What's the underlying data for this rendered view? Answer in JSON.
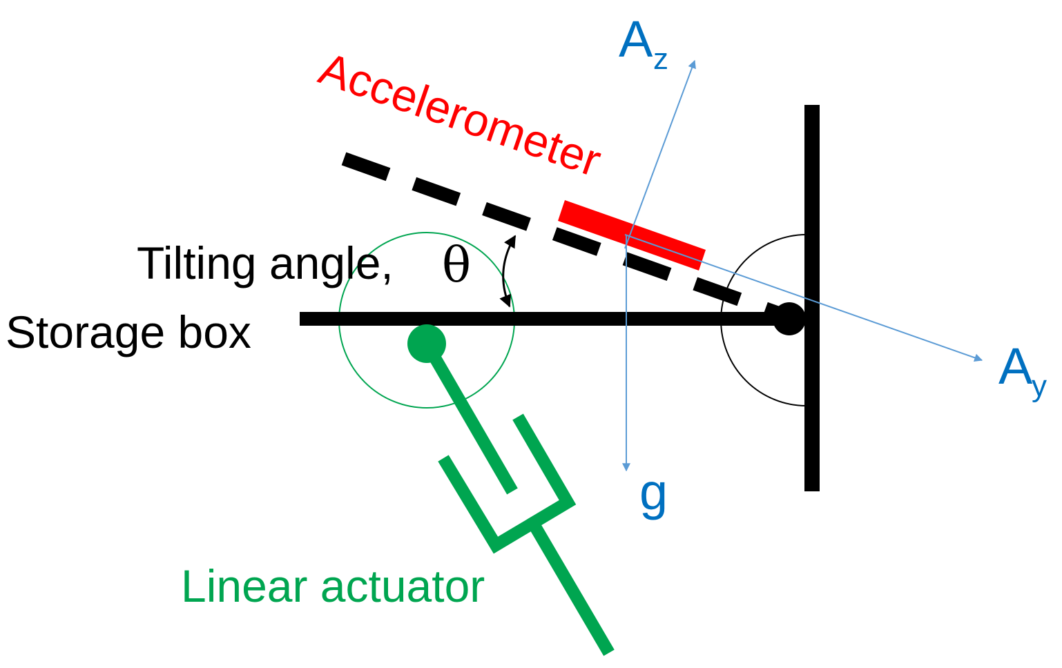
{
  "labels": {
    "accelerometer": "Accelerometer",
    "tilting_angle": "Tilting angle,",
    "theta": "θ",
    "storage_box": "Storage box",
    "linear_actuator": "Linear actuator",
    "az_main": "A",
    "az_sub": "z",
    "ay_main": "A",
    "ay_sub": "y",
    "gravity": "g"
  },
  "colors": {
    "structure": "#000000",
    "accelerometer": "#ff0000",
    "actuator": "#00a550",
    "axes": "#0070c0",
    "axis_lines": "#5b9bd5",
    "background": "#ffffff"
  }
}
